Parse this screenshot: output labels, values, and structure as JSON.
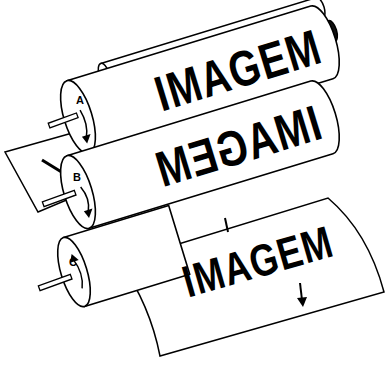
{
  "diagram": {
    "labels": [
      "IMAGEM",
      "A",
      "IMAGEM",
      "B",
      "IMAGEM",
      "C"
    ]
  }
}
